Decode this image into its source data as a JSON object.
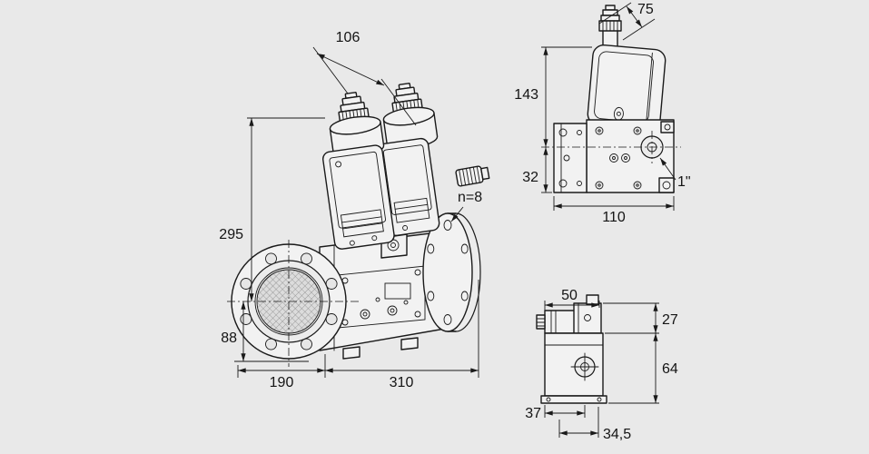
{
  "drawing": {
    "background": "#e9e9e9",
    "line_color": "#1a1a1a",
    "description": "dimensional drawing of a flanged double solenoid valve with side view and solenoid detail view"
  },
  "main_view": {
    "label": "double-solenoid-valve-oblique-view",
    "dim_coil_span": "106",
    "dim_height_above_center": "295",
    "dim_height_below_center": "88",
    "dim_flange_width": "190",
    "dim_overall_length": "310",
    "bolt_note": "n=8"
  },
  "side_view": {
    "label": "single-valve-side-view",
    "dim_depth": "75",
    "dim_height_above_center": "143",
    "dim_height_below_center": "32",
    "dim_length": "110",
    "port_size": "1\""
  },
  "detail_view": {
    "label": "solenoid-actuator-side-view",
    "dim_width": "50",
    "dim_plug_height": "27",
    "dim_body_height": "64",
    "dim_foot_width": "37",
    "dim_depth": "34,5"
  }
}
